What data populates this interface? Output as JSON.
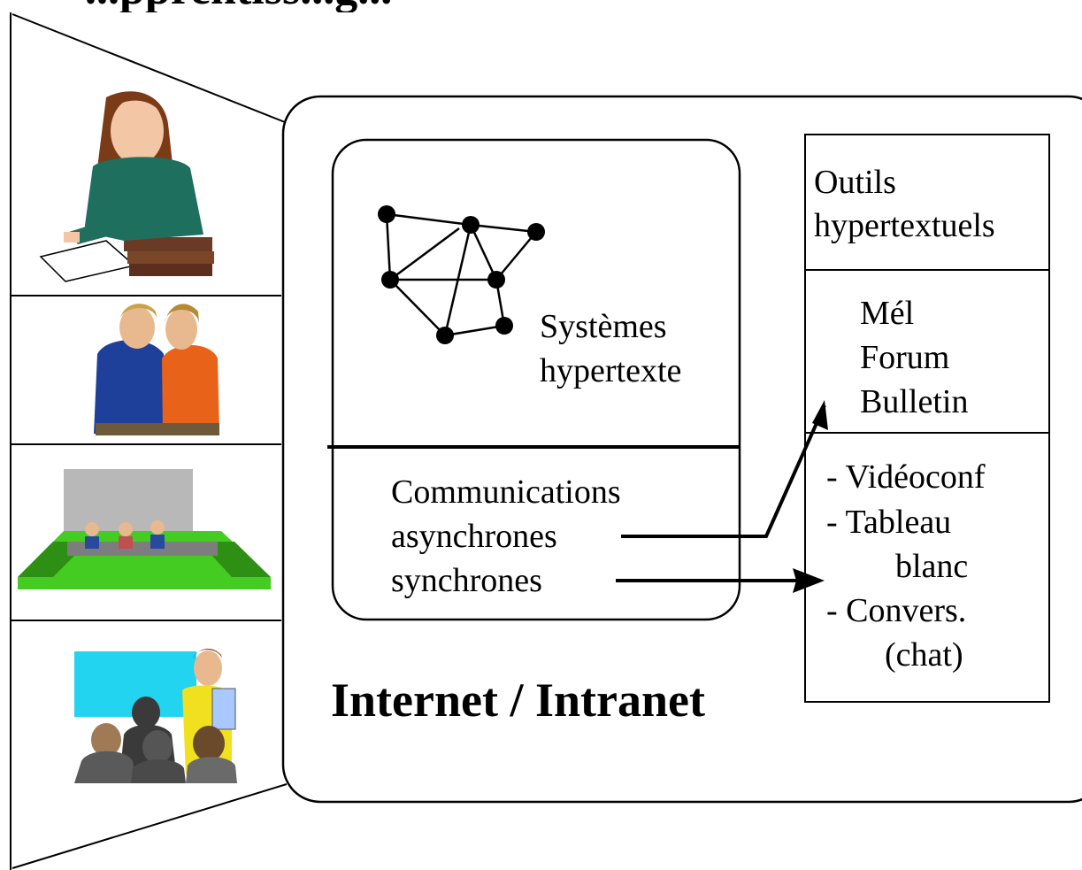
{
  "title_fragment": "...pprentiss...g...",
  "main_label": "Internet / Intranet",
  "hypertext_system": {
    "label_line1": "Systèmes",
    "label_line2": "hypertexte"
  },
  "communications": {
    "heading": "Communications",
    "async": "asynchrones",
    "sync": "synchrones"
  },
  "tools_panel": {
    "header_line1": "Outils",
    "header_line2": "hypertextuels",
    "async_tools": [
      "Mél",
      "Forum",
      "Bulletin"
    ],
    "sync_tools": [
      "- Vidéoconf",
      "- Tableau",
      "blanc",
      "- Convers.",
      "(chat)"
    ]
  },
  "illustrations": [
    "student-writing-icon",
    "pair-collaborating-icon",
    "conference-room-icon",
    "classroom-presentation-icon"
  ]
}
